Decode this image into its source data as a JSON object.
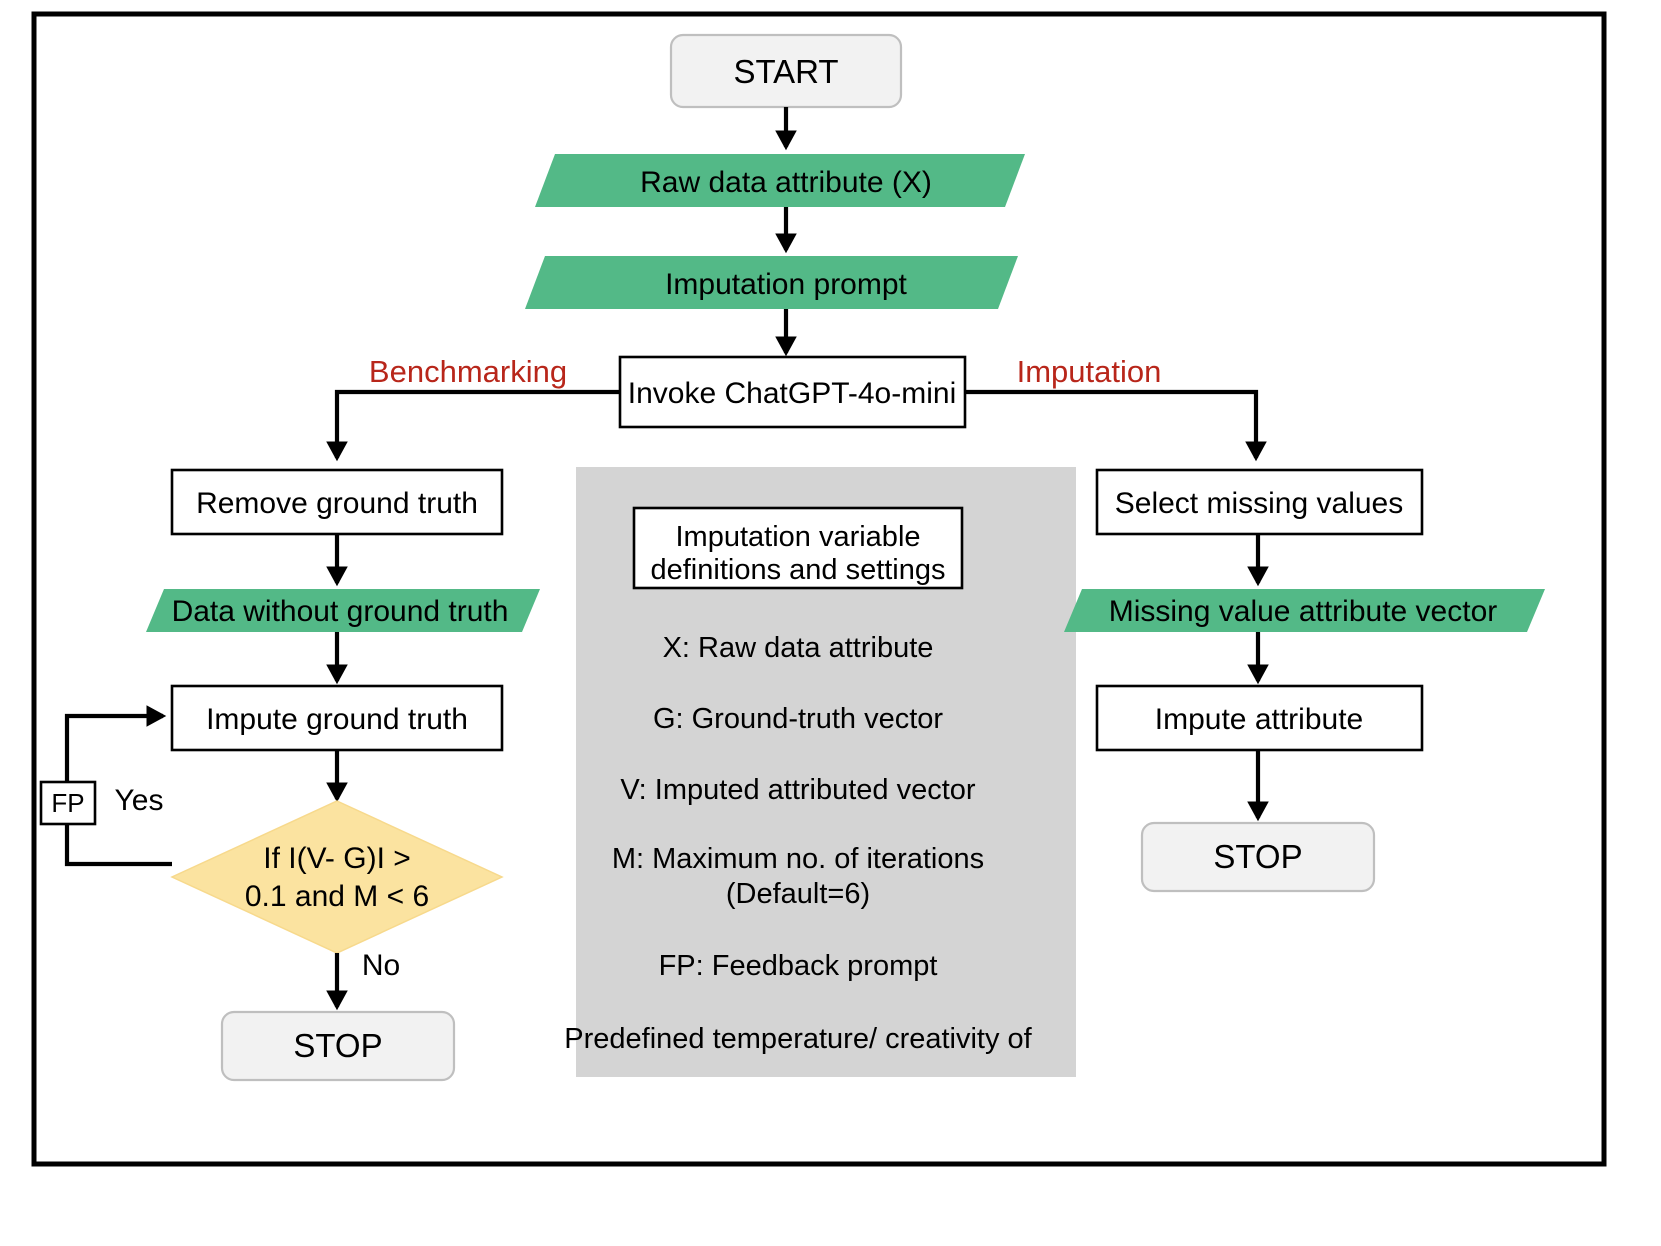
{
  "diagram": {
    "title": "LLM-based data imputation workflow flowchart",
    "colors": {
      "green_io": "#53b987",
      "yellow_decision": "#fbe3a0",
      "red_branch_label": "#B8261A",
      "gray_panel": "#d4d4d4",
      "terminator_fill": "#f2f2f2",
      "stroke": "#000000"
    }
  },
  "nodes": {
    "start": "START",
    "raw_data": "Raw data attribute (X)",
    "imputation_prompt": "Imputation prompt",
    "invoke_llm": "Invoke ChatGPT-4o-mini",
    "remove_ground_truth": "Remove ground truth",
    "data_without_gt": "Data without ground truth",
    "impute_ground_truth": "Impute ground truth",
    "decision_line1": "If I(V- G)I >",
    "decision_line2": "0.1 and M < 6",
    "stop_left": "STOP",
    "select_missing": "Select missing values",
    "missing_vector": "Missing value attribute vector",
    "impute_attribute": "Impute attribute",
    "stop_right": "STOP",
    "fp_box": "FP"
  },
  "edge_labels": {
    "benchmarking": "Benchmarking",
    "imputation": "Imputation",
    "yes": "Yes",
    "no": "No"
  },
  "legend": {
    "title_line1": "Imputation variable",
    "title_line2": "definitions and settings",
    "entries": [
      "X: Raw data attribute",
      "G: Ground-truth vector",
      "V: Imputed attributed vector",
      "M: Maximum no. of iterations",
      "(Default=6)",
      "FP: Feedback prompt",
      "Predefined temperature/ creativity of"
    ]
  }
}
